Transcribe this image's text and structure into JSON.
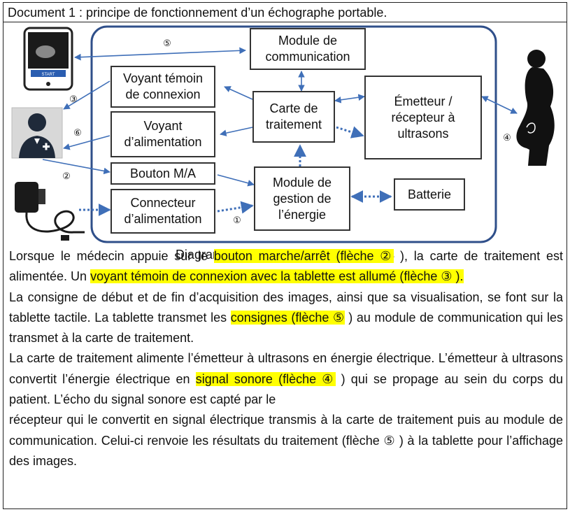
{
  "header": {
    "title": "Document 1 : principe de fonctionnement d’un échographe portable."
  },
  "diagram": {
    "caption": "Diagramme simplifié des blocs internes",
    "blocks": {
      "module_comm": [
        "Module de",
        "communication"
      ],
      "voyant_connexion": [
        "Voyant témoin",
        "de connexion"
      ],
      "voyant_alim": [
        "Voyant",
        "d’alimentation"
      ],
      "bouton": [
        "Bouton M/A"
      ],
      "connecteur": [
        "Connecteur",
        "d’alimentation"
      ],
      "carte": [
        "Carte de",
        "traitement"
      ],
      "emetteur": [
        "Émetteur /",
        "récepteur à",
        "ultrasons"
      ],
      "energie": [
        "Module de",
        "gestion de",
        "l’énergie"
      ],
      "batterie": [
        "Batterie"
      ]
    },
    "tablet_button_label": "START",
    "arrow_numbers": {
      "n1": "①",
      "n2": "②",
      "n3": "③",
      "n4": "④",
      "n5": "⑤",
      "n6": "⑥"
    },
    "colors": {
      "flow_arrow": "#3f6fb8",
      "frame": "#2f4f8a",
      "box_border": "#333333",
      "highlight": "#ffff00"
    }
  },
  "text": {
    "p1": [
      {
        "t": "Lorsque le médecin appuie sur le ",
        "hl": false
      },
      {
        "t": "bouton marche/arrêt (flèche ②",
        "hl": true
      },
      {
        "t": " ), la carte de traitement est alimentée. Un ",
        "hl": false
      },
      {
        "t": "voyant témoin de connexion avec la tablette est allumé (flèche ③ ).",
        "hl": true
      }
    ],
    "p2": [
      {
        "t": "La consigne de début et de fin d’acquisition des images, ainsi que sa visualisation, se font sur la tablette tactile. La tablette transmet les ",
        "hl": false
      },
      {
        "t": "consignes (flèche ⑤",
        "hl": true
      },
      {
        "t": " ) au module de communication qui les transmet à la carte de traitement.",
        "hl": false
      }
    ],
    "p3": [
      {
        "t": "La carte de traitement alimente l’émetteur à ultrasons en énergie électrique. L’émetteur à ultrasons convertit l’énergie électrique en ",
        "hl": false
      },
      {
        "t": "signal sonore (flèche ④",
        "hl": true
      },
      {
        "t": " ) qui se propage au sein du corps du patient. L’écho du signal sonore est capté par le",
        "hl": false
      }
    ],
    "p4": [
      {
        "t": "récepteur qui le convertit en signal électrique transmis à la carte de traitement puis au module de communication. Celui-ci renvoie les résultats du traitement (flèche ⑤ ) à la tablette pour l’affichage des images.",
        "hl": false
      }
    ]
  }
}
